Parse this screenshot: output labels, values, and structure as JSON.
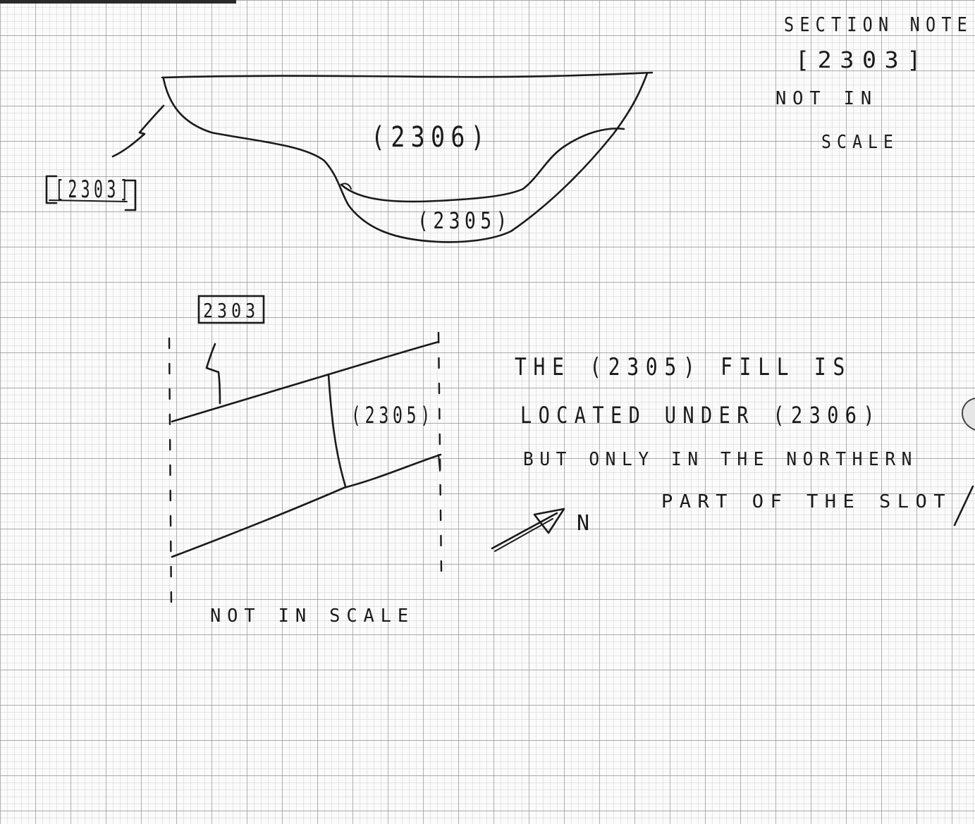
{
  "section": {
    "cut_label": "[2303]",
    "upper_fill_label": "(2306)",
    "lower_fill_label": "(2305)"
  },
  "section_note": {
    "line1": "SECTION  NOTE",
    "line2": "[2303]",
    "line3": "NOT  IN",
    "line4": "SCALE"
  },
  "plan": {
    "cut_label": "2303",
    "fill_label": "(2305)",
    "scale_note": "NOT  IN  SCALE"
  },
  "annotation": {
    "line1": "THE  (2305)  FILL  IS",
    "line2": "LOCATED  UNDER  (2306)",
    "line3": "BUT  ONLY  IN THE  NORTHERN",
    "line4": "PART  OF  THE  SLOT"
  },
  "north_arrow": {
    "label": "N"
  },
  "colors": {
    "ink": "#1a1a1a",
    "grid_minor": "#c8c8c8",
    "grid_major": "#8a8a8a",
    "paper": "#fbfbfb"
  }
}
